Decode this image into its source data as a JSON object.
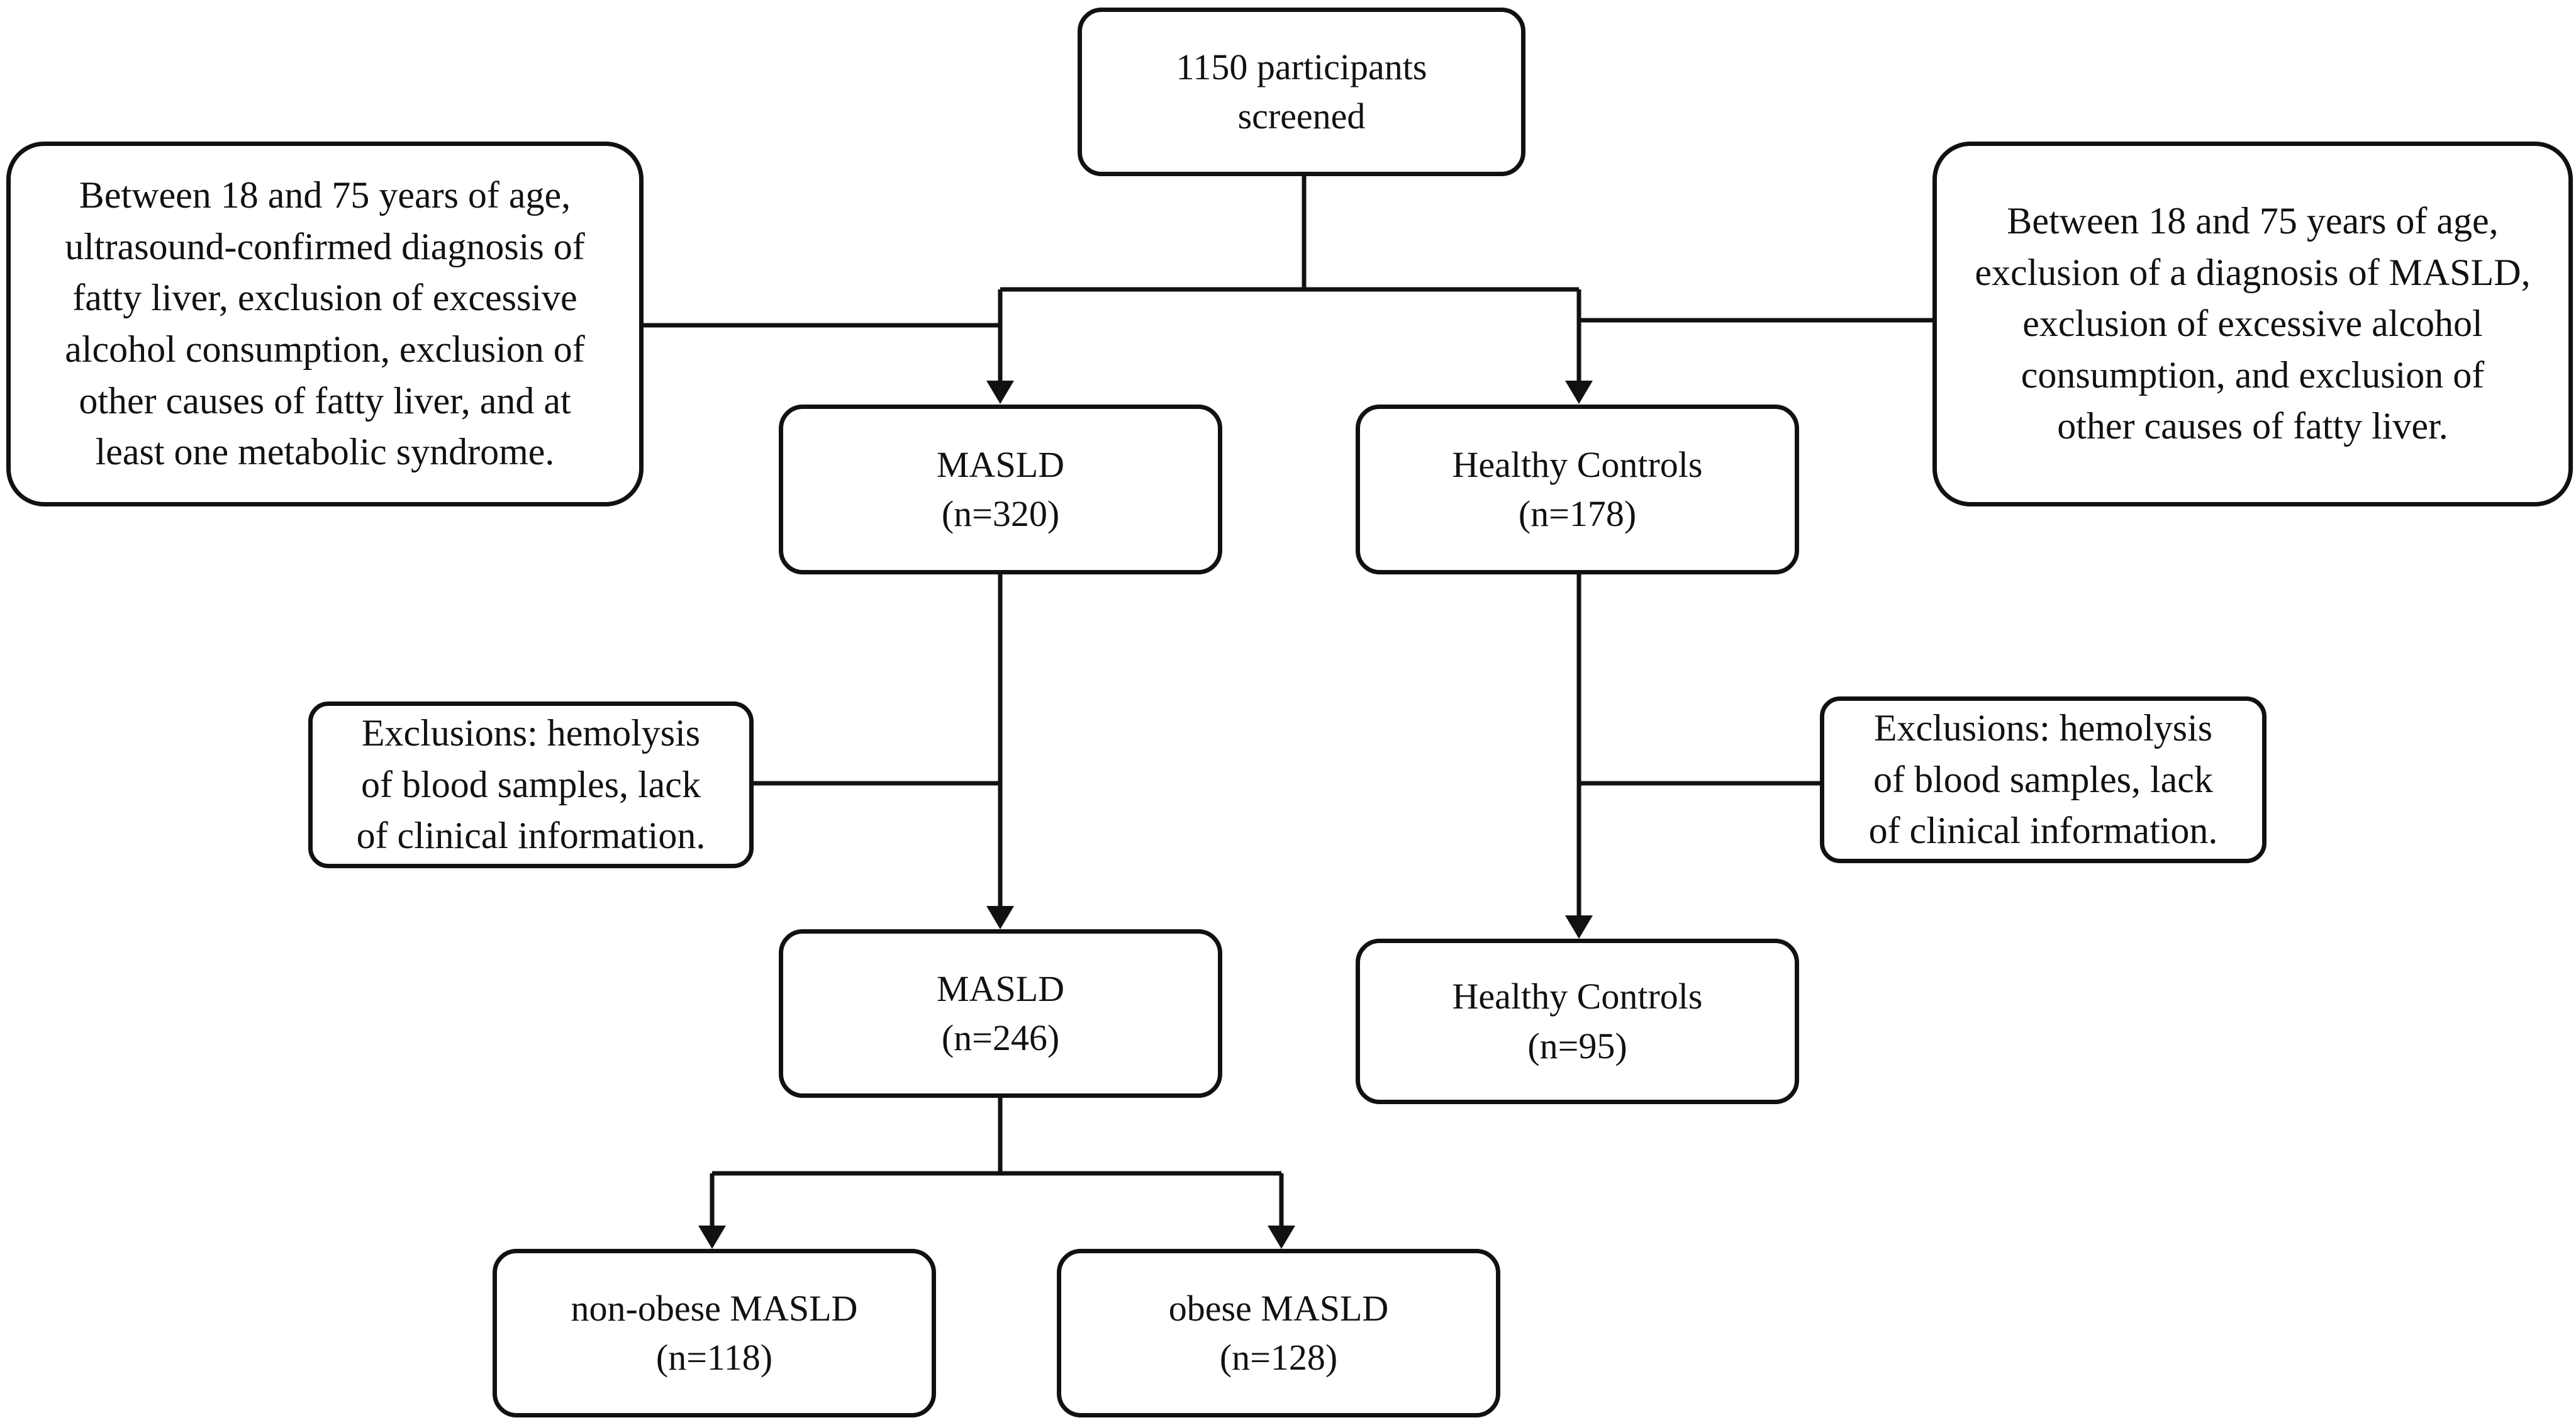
{
  "diagram": {
    "screened": {
      "line1": "1150 participants",
      "line2": "screened"
    },
    "masld_criteria": [
      "Between 18 and 75 years of age,",
      "ultrasound-confirmed diagnosis of",
      "fatty liver, exclusion of excessive",
      "alcohol consumption, exclusion of",
      "other causes of fatty liver, and at",
      "least one metabolic syndrome."
    ],
    "control_criteria": [
      "Between 18 and 75 years of age,",
      "exclusion of a diagnosis of MASLD,",
      "exclusion of excessive alcohol",
      "consumption, and exclusion of",
      "other causes of fatty liver."
    ],
    "masld_initial": {
      "label": "MASLD",
      "count": "(n=320)"
    },
    "controls_initial": {
      "label": "Healthy Controls",
      "count": "(n=178)"
    },
    "exclusions_left": [
      "Exclusions: hemolysis",
      "of blood samples, lack",
      "of clinical information."
    ],
    "exclusions_right": [
      "Exclusions: hemolysis",
      "of blood samples, lack",
      "of clinical information."
    ],
    "masld_final": {
      "label": "MASLD",
      "count": "(n=246)"
    },
    "controls_final": {
      "label": "Healthy Controls",
      "count": "(n=95)"
    },
    "non_obese": {
      "label": "non-obese MASLD",
      "count": "(n=118)"
    },
    "obese": {
      "label": "obese MASLD",
      "count": "(n=128)"
    }
  }
}
